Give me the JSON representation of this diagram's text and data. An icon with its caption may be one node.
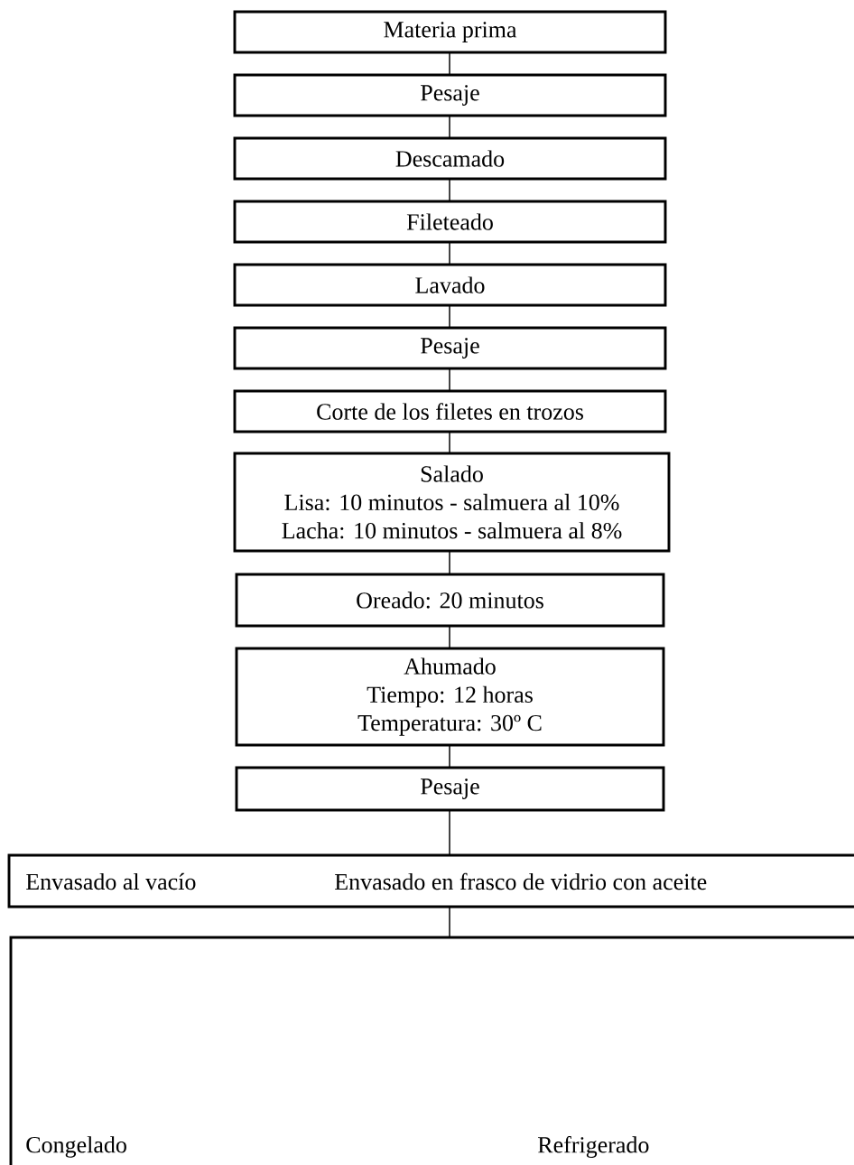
{
  "diagram": {
    "nodes": [
      {
        "text": [
          "Materia prima"
        ]
      },
      {
        "text": [
          "Pesaje"
        ]
      },
      {
        "text": [
          "Descamado"
        ]
      },
      {
        "text": [
          "Fileteado"
        ]
      },
      {
        "text": [
          "Lavado"
        ]
      },
      {
        "text": [
          "Pesaje"
        ]
      },
      {
        "text": [
          "Corte de los filetes en trozos"
        ]
      },
      {
        "text": [
          "Salado",
          "Lisa: 10 minutos - salmuera al 10%",
          "Lacha: 10 minutos - salmuera al 8%"
        ]
      },
      {
        "text": [
          "Oreado: 20 minutos"
        ]
      },
      {
        "text": [
          "Ahumado",
          "Tiempo: 12 horas",
          "Temperatura: 30º C"
        ]
      },
      {
        "text": [
          "Pesaje"
        ]
      },
      {
        "text": [
          "Envasado al vacío",
          "Envasado en frasco de vidrio con aceite"
        ]
      },
      {
        "text": [
          "Congelado",
          "Refrigerado"
        ]
      }
    ],
    "edges": [
      {
        "from": 0,
        "to": 1,
        "arrow": "none"
      },
      {
        "from": 1,
        "to": 2,
        "arrow": "none"
      },
      {
        "from": 2,
        "to": 3,
        "arrow": "none"
      },
      {
        "from": 3,
        "to": 4,
        "arrow": "none"
      },
      {
        "from": 4,
        "to": 5,
        "arrow": "none"
      },
      {
        "from": 5,
        "to": 6,
        "arrow": "none"
      },
      {
        "from": 6,
        "to": 7,
        "arrow": "none"
      },
      {
        "from": 7,
        "to": 8,
        "arrow": "none"
      },
      {
        "from": 8,
        "to": 9,
        "arrow": "none"
      },
      {
        "from": 9,
        "to": 10,
        "arrow": "none"
      },
      {
        "from": 10,
        "to": 11,
        "arrow": "none"
      },
      {
        "from": 11,
        "to": 12,
        "arrow": "none"
      }
    ]
  }
}
